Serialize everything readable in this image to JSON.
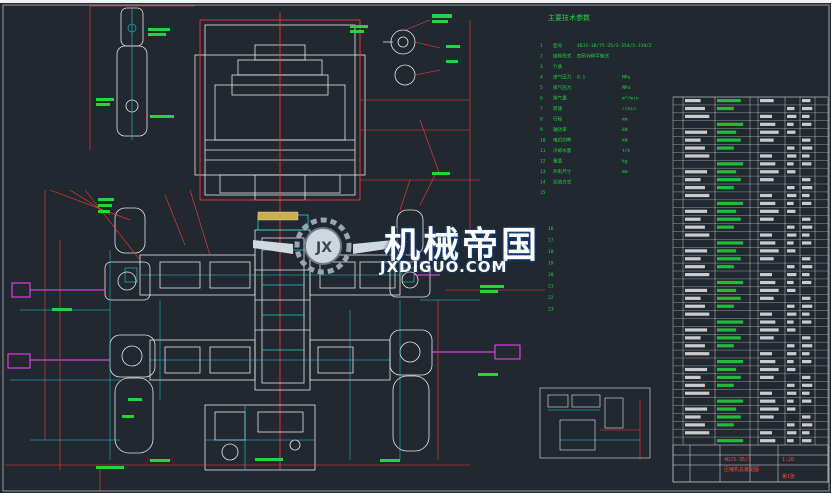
{
  "topbar": {
    "color": "#f2f2f2"
  },
  "watermark": {
    "cn": "机械帝国",
    "en": "JXDIGUO.COM"
  },
  "spec_table": {
    "title": "主要技术参数",
    "rows": [
      {
        "no": "1",
        "name": "型号",
        "value": "4DJ3-1B/75-35/3-354/5-319/2",
        "unit": ""
      },
      {
        "no": "2",
        "name": "结构形式",
        "value": "四列对称平衡式",
        "unit": ""
      },
      {
        "no": "3",
        "name": "介质",
        "value": "",
        "unit": ""
      },
      {
        "no": "4",
        "name": "进气压力",
        "value": "0.1",
        "unit": "MPa"
      },
      {
        "no": "5",
        "name": "排气压力",
        "value": "",
        "unit": "MPa"
      },
      {
        "no": "6",
        "name": "排气量",
        "value": "",
        "unit": "m³/min"
      },
      {
        "no": "7",
        "name": "转速",
        "value": "",
        "unit": "r/min"
      },
      {
        "no": "8",
        "name": "行程",
        "value": "",
        "unit": "mm"
      },
      {
        "no": "9",
        "name": "轴功率",
        "value": "",
        "unit": "kW"
      },
      {
        "no": "10",
        "name": "电机功率",
        "value": "",
        "unit": "kW"
      },
      {
        "no": "11",
        "name": "冷却水量",
        "value": "",
        "unit": "t/h"
      },
      {
        "no": "12",
        "name": "重量",
        "value": "",
        "unit": "kg"
      },
      {
        "no": "13",
        "name": "外形尺寸",
        "value": "",
        "unit": "mm"
      },
      {
        "no": "14",
        "name": "润滑方式",
        "value": "",
        "unit": ""
      },
      {
        "no": "15",
        "name": "",
        "value": "",
        "unit": ""
      }
    ]
  },
  "spec_table_lower": {
    "rows": [
      {
        "no": "16",
        "name": "",
        "value": "",
        "unit": ""
      },
      {
        "no": "17",
        "name": "",
        "value": "",
        "unit": ""
      },
      {
        "no": "18",
        "name": "",
        "value": "",
        "unit": ""
      },
      {
        "no": "19",
        "name": "",
        "value": "",
        "unit": ""
      },
      {
        "no": "20",
        "name": "",
        "value": "",
        "unit": ""
      },
      {
        "no": "21",
        "name": "",
        "value": "",
        "unit": ""
      },
      {
        "no": "22",
        "name": "",
        "value": "",
        "unit": ""
      },
      {
        "no": "23",
        "name": "",
        "value": "",
        "unit": ""
      }
    ]
  },
  "bom": {
    "row_count": 44
  },
  "title_block": {
    "drawing_name": "压缩机总装配图",
    "drawing_no": "4DJ3-35/3",
    "scale": "1:20",
    "sheet": "第1张"
  }
}
